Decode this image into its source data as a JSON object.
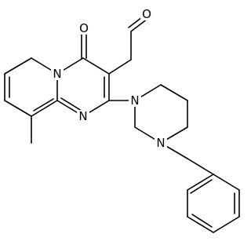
{
  "molecule": {
    "atoms": {
      "O_aldehyde": "O",
      "O_ketone": "O",
      "N_bridge": "N",
      "N_ring": "N",
      "N_pip_top": "N",
      "N_pip_bottom": "N"
    }
  },
  "colors": {
    "bond": "#000000",
    "background": "#ffffff"
  }
}
